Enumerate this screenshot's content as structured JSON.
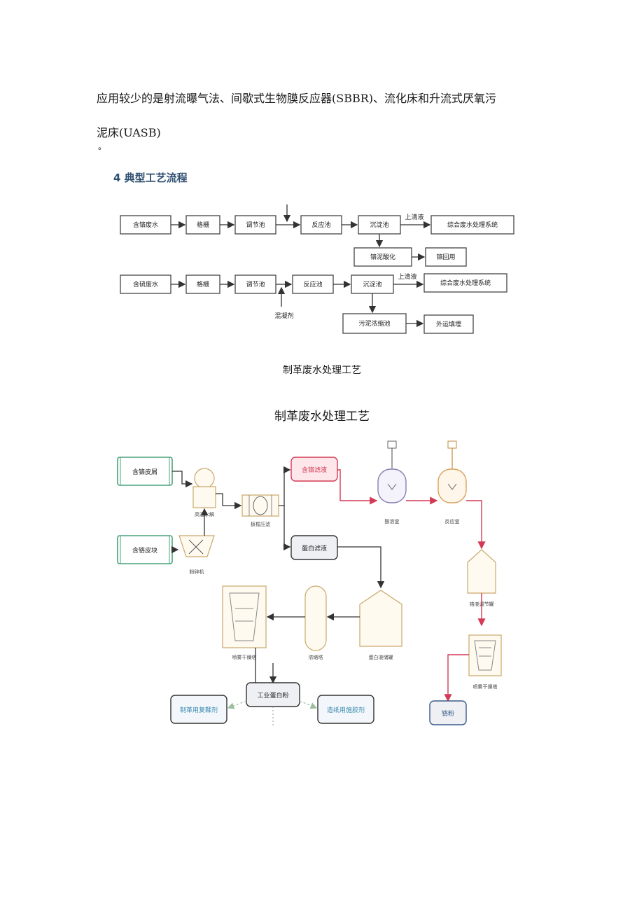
{
  "paragraph": {
    "line1": "应用较少的是射流曝气法、间歇式生物膜反应器(SBBR)、流化床和升流式厌氧污",
    "line2": "泥床(UASB)",
    "line3": "。"
  },
  "section_heading": "4 典型工艺流程",
  "flow1": {
    "row1": {
      "source": "含铬废水",
      "screen": "格栅",
      "equalize": "调节池",
      "react": "反应池",
      "settle": "沉淀池",
      "supernatant": "上清液",
      "system": "综合废水处理系统",
      "sludge": "铬泥酸化",
      "reuse": "铬回用"
    },
    "row2": {
      "source": "含硫废水",
      "screen": "格栅",
      "equalize": "调节池",
      "react": "反应池",
      "settle": "沉淀池",
      "supernatant": "上清液",
      "system": "综合废水处理系统",
      "coagulant": "混凝剂",
      "thicken": "污泥浓缩池",
      "landfill": "外运填埋"
    }
  },
  "caption1": "制革废水处理工艺",
  "caption2": "制革废水处理工艺",
  "flow2": {
    "chrome_scrap": "含铬皮屑",
    "chrome_block": "含铬皮块",
    "hydrolysis": "高温水解",
    "crusher": "粉碎机",
    "press_filter": "板框压滤",
    "chrome_filtrate": "含铬滤液",
    "protein_filtrate": "蛋白滤液",
    "acid_tank": "酸溶釜",
    "reactor": "反应釜",
    "chrome_tank": "铬液调节罐",
    "spray_dryer_right": "喷雾干燥塔",
    "chrome_powder": "铬粉",
    "protein_tank": "蛋白液储罐",
    "concentrator": "浓缩塔",
    "spray_dryer_left": "喷雾干燥塔",
    "protein_powder": "工业蛋白粉",
    "retanning": "制革用复鞣剂",
    "paper_glue": "造纸用施胶剂"
  }
}
